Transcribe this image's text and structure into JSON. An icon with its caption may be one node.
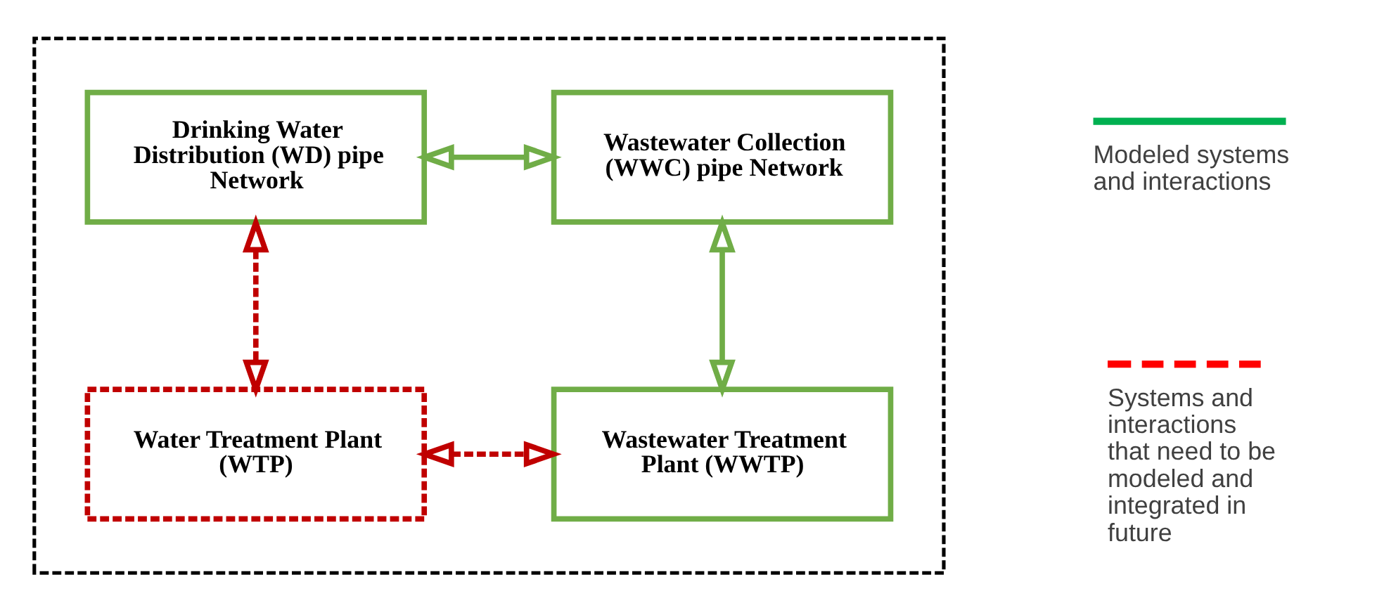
{
  "diagram": {
    "nodes": [
      {
        "text": [],
        "shape": "box"
      },
      {
        "text": [
          "Drinking Water Distribution (WD) pipe Network"
        ],
        "in": 0
      },
      {
        "text": [
          "Wastewater Collection (WWC) pipe Network"
        ],
        "in": 0
      },
      {
        "text": [
          "Water Treatment Plant (WTP)"
        ],
        "in": 0
      },
      {
        "text": [
          "Wastewater Treatment Plant (WWTP)"
        ],
        "in": 0
      }
    ],
    "edges": [
      {
        "from": 1,
        "to": 2,
        "arrow": "both",
        "color": "#70ad47"
      },
      {
        "from": 1,
        "to": 3,
        "arrow": "both",
        "style": "dashed",
        "color": "#c00000"
      },
      {
        "from": 2,
        "to": 4,
        "arrow": "both",
        "color": "#70ad47"
      },
      {
        "from": 3,
        "to": 4,
        "arrow": "both",
        "style": "dashed",
        "color": "#c00000"
      }
    ],
    "legend": [
      {
        "text": "Modeled systems and interactions"
      },
      {
        "text": "Systems and interactions that need to be modeled and integrated in future"
      }
    ]
  }
}
